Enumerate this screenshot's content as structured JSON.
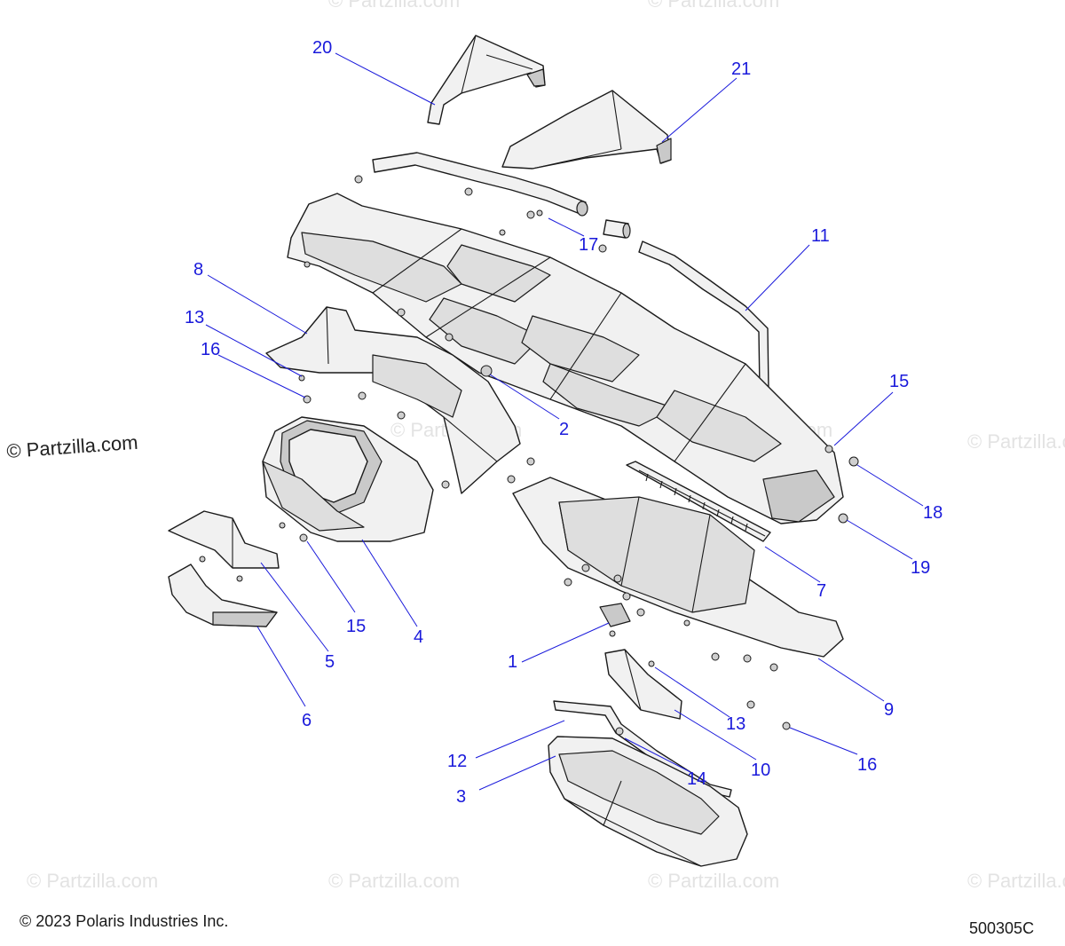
{
  "diagram": {
    "callout_numbers": [
      "20",
      "21",
      "17",
      "11",
      "8",
      "13",
      "16",
      "2",
      "15",
      "18",
      "19",
      "7",
      "15",
      "4",
      "5",
      "6",
      "1",
      "9",
      "13",
      "10",
      "12",
      "14",
      "3",
      "16"
    ],
    "watermark": "© Partzilla.com",
    "brand_mark": "© Partzilla.com",
    "copyright": "© 2023 Polaris Industries Inc.",
    "drawing_number": "500305C"
  },
  "colors": {
    "callout": "#1a1adb",
    "line_art": "#1b1b1b",
    "part_fill": "#f1f1f1",
    "watermark": "#e3e3e3"
  }
}
